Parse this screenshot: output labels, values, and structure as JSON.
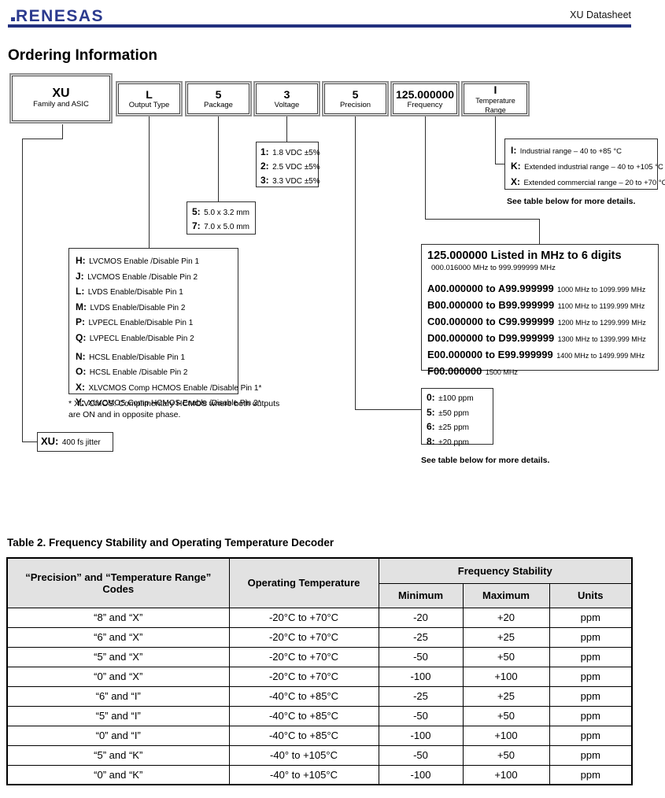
{
  "colors": {
    "brand_navy": "#2b3a8e",
    "rule_navy": "#22307e",
    "table_header_bg": "#e2e2e2"
  },
  "header": {
    "logo_text": "RENESAS",
    "doc_title": "XU Datasheet"
  },
  "page_title": "Ordering Information",
  "part_boxes": [
    {
      "code": "XU",
      "label": "Family and ASIC"
    },
    {
      "code": "L",
      "label": "Output Type"
    },
    {
      "code": "5",
      "label": "Package"
    },
    {
      "code": "3",
      "label": "Voltage"
    },
    {
      "code": "5",
      "label": "Precision"
    },
    {
      "code": "125.000000",
      "label": "Frequency"
    },
    {
      "code": "I",
      "label": "Temperature Range"
    }
  ],
  "voltage_options": [
    {
      "code": "1:",
      "text": "1.8 VDC ±5%"
    },
    {
      "code": "2:",
      "text": "2.5 VDC ±5%"
    },
    {
      "code": "3:",
      "text": "3.3 VDC ±5%"
    }
  ],
  "package_options": [
    {
      "code": "5:",
      "text": "5.0 x 3.2 mm"
    },
    {
      "code": "7:",
      "text": "7.0 x 5.0 mm"
    }
  ],
  "output_options": [
    {
      "code": "H:",
      "text": "LVCMOS Enable /Disable Pin 1"
    },
    {
      "code": "J:",
      "text": "LVCMOS Enable /Disable Pin 2"
    },
    {
      "code": "L:",
      "text": "LVDS Enable/Disable Pin 1"
    },
    {
      "code": "M:",
      "text": "LVDS Enable/Disable Pin 2"
    },
    {
      "code": "P:",
      "text": "LVPECL Enable/Disable Pin 1"
    },
    {
      "code": "Q:",
      "text": "LVPECL Enable/Disable Pin 2"
    },
    {
      "code": "N:",
      "text": "HCSL Enable/Disable Pin 1"
    },
    {
      "code": "O:",
      "text": "HCSL Enable /Disable Pin 2"
    },
    {
      "code": "X:",
      "text": "XLVCMOS Comp HCMOS Enable /Disable Pin 1*"
    },
    {
      "code": "Y:",
      "text": "XLVCMOS Comp HCMOS Enable /Disable Pin 2*"
    }
  ],
  "output_footnote_line1": "* XLVCMOS: Complimentary HCMOS where both outputs",
  "output_footnote_line2": "are ON and in opposite phase.",
  "family_note": {
    "code": "XU:",
    "text": "400 fs jitter"
  },
  "temperature_options": [
    {
      "code": "I:",
      "text": "Industrial range – 40 to +85 °C"
    },
    {
      "code": "K:",
      "text": "Extended industrial range – 40 to +105 °C"
    },
    {
      "code": "X:",
      "text": "Extended commercial range – 20 to +70 °C"
    }
  ],
  "temperature_note": "See table below for more details.",
  "freq_box": {
    "title": "125.000000 Listed in MHz to 6 digits",
    "subtitle": "000.016000 MHz to 999.999999 MHz",
    "ranges": [
      {
        "range": "A00.000000 to A99.999999",
        "mhz": "1000 MHz to 1099.999 MHz"
      },
      {
        "range": "B00.000000 to B99.999999",
        "mhz": "1100 MHz to 1199.999 MHz"
      },
      {
        "range": "C00.000000 to C99.999999",
        "mhz": "1200 MHz to 1299.999 MHz"
      },
      {
        "range": "D00.000000 to D99.999999",
        "mhz": "1300 MHz to 1399.999 MHz"
      },
      {
        "range": "E00.000000 to E99.999999",
        "mhz": "1400 MHz to 1499.999 MHz"
      },
      {
        "range": "F00.000000",
        "mhz": "1500 MHz"
      }
    ]
  },
  "precision_options": [
    {
      "code": "0:",
      "text": "±100 ppm"
    },
    {
      "code": "5:",
      "text": "±50 ppm"
    },
    {
      "code": "6:",
      "text": "±25 ppm"
    },
    {
      "code": "8:",
      "text": "±20 ppm"
    }
  ],
  "precision_note": "See table below for more details.",
  "table2": {
    "title": "Table 2.  Frequency Stability and Operating Temperature Decoder",
    "col_codes": "“Precision” and “Temperature Range” Codes",
    "col_temp": "Operating Temperature",
    "col_group": "Frequency Stability",
    "col_min": "Minimum",
    "col_max": "Maximum",
    "col_units": "Units",
    "rows": [
      {
        "codes": "“8” and “X”",
        "temp": "-20°C to +70°C",
        "min": "-20",
        "max": "+20",
        "units": "ppm"
      },
      {
        "codes": "“6” and “X”",
        "temp": "-20°C to +70°C",
        "min": "-25",
        "max": "+25",
        "units": "ppm"
      },
      {
        "codes": "“5” and “X”",
        "temp": "-20°C to +70°C",
        "min": "-50",
        "max": "+50",
        "units": "ppm"
      },
      {
        "codes": "“0” and “X”",
        "temp": "-20°C to +70°C",
        "min": "-100",
        "max": "+100",
        "units": "ppm"
      },
      {
        "codes": "“6” and “I”",
        "temp": "-40°C to +85°C",
        "min": "-25",
        "max": "+25",
        "units": "ppm"
      },
      {
        "codes": "“5” and “I”",
        "temp": "-40°C to +85°C",
        "min": "-50",
        "max": "+50",
        "units": "ppm"
      },
      {
        "codes": "“0” and “I”",
        "temp": "-40°C to +85°C",
        "min": "-100",
        "max": "+100",
        "units": "ppm"
      },
      {
        "codes": "“5” and “K”",
        "temp": "-40° to +105°C",
        "min": "-50",
        "max": "+50",
        "units": "ppm"
      },
      {
        "codes": "“0” and “K”",
        "temp": "-40° to +105°C",
        "min": "-100",
        "max": "+100",
        "units": "ppm"
      }
    ]
  }
}
